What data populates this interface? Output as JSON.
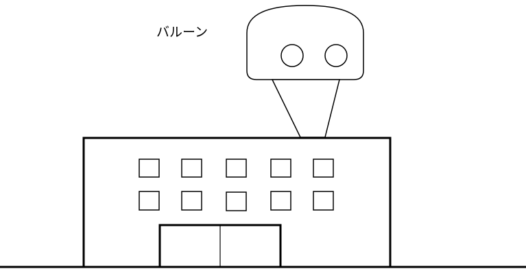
{
  "diagram": {
    "balloon_label": "バルーン",
    "colors": {
      "stroke": "#000000",
      "fill": "#ffffff"
    },
    "building": {
      "window_rows": 2,
      "windows_per_row": 5,
      "door_panels": 2
    }
  }
}
